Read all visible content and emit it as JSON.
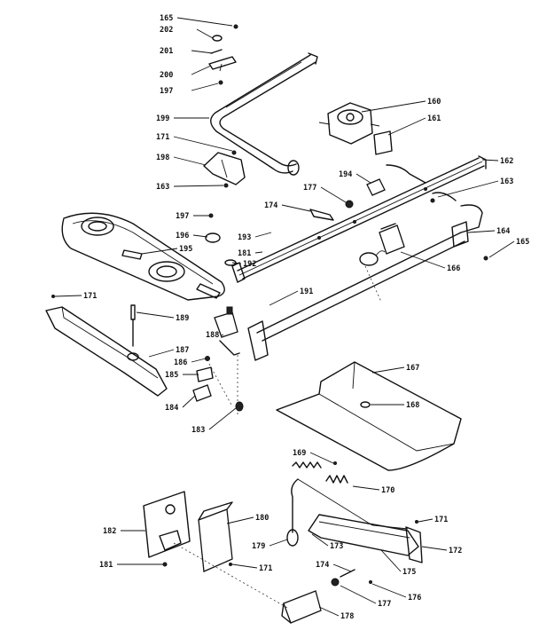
{
  "callouts": [
    {
      "id": "c165a",
      "label": "165"
    },
    {
      "id": "c202",
      "label": "202"
    },
    {
      "id": "c201",
      "label": "201"
    },
    {
      "id": "c200",
      "label": "200"
    },
    {
      "id": "c197a",
      "label": "197"
    },
    {
      "id": "c199",
      "label": "199"
    },
    {
      "id": "c171a",
      "label": "171"
    },
    {
      "id": "c198",
      "label": "198"
    },
    {
      "id": "c163a",
      "label": "163"
    },
    {
      "id": "c160",
      "label": "160"
    },
    {
      "id": "c161",
      "label": "161"
    },
    {
      "id": "c162",
      "label": "162"
    },
    {
      "id": "c194",
      "label": "194"
    },
    {
      "id": "c177a",
      "label": "177"
    },
    {
      "id": "c163b",
      "label": "163"
    },
    {
      "id": "c174a",
      "label": "174"
    },
    {
      "id": "c197b",
      "label": "197"
    },
    {
      "id": "c196",
      "label": "196"
    },
    {
      "id": "c193",
      "label": "193"
    },
    {
      "id": "c181a",
      "label": "181"
    },
    {
      "id": "c195",
      "label": "195"
    },
    {
      "id": "c192",
      "label": "192"
    },
    {
      "id": "c164",
      "label": "164"
    },
    {
      "id": "c165b",
      "label": "165"
    },
    {
      "id": "c166",
      "label": "166"
    },
    {
      "id": "c171b",
      "label": "171"
    },
    {
      "id": "c191",
      "label": "191"
    },
    {
      "id": "c189",
      "label": "189"
    },
    {
      "id": "c188",
      "label": "188"
    },
    {
      "id": "c187",
      "label": "187"
    },
    {
      "id": "c186",
      "label": "186"
    },
    {
      "id": "c185",
      "label": "185"
    },
    {
      "id": "c184",
      "label": "184"
    },
    {
      "id": "c167",
      "label": "167"
    },
    {
      "id": "c168",
      "label": "168"
    },
    {
      "id": "c183",
      "label": "183"
    },
    {
      "id": "c169",
      "label": "169"
    },
    {
      "id": "c170",
      "label": "170"
    },
    {
      "id": "c182",
      "label": "182"
    },
    {
      "id": "c180",
      "label": "180"
    },
    {
      "id": "c171c",
      "label": "171"
    },
    {
      "id": "c179",
      "label": "179"
    },
    {
      "id": "c173",
      "label": "173"
    },
    {
      "id": "c172",
      "label": "172"
    },
    {
      "id": "c181b",
      "label": "181"
    },
    {
      "id": "c171d",
      "label": "171"
    },
    {
      "id": "c174b",
      "label": "174"
    },
    {
      "id": "c175",
      "label": "175"
    },
    {
      "id": "c177b",
      "label": "177"
    },
    {
      "id": "c176",
      "label": "176"
    },
    {
      "id": "c178",
      "label": "178"
    }
  ]
}
